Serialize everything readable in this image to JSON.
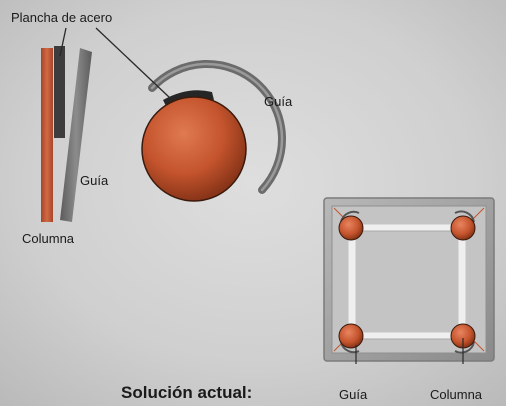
{
  "labels": {
    "steel_plate": "Plancha de acero",
    "guide_rail_side": "Guía",
    "guide_rail_top": "Guía",
    "column_side": "Columna",
    "guide_bottom": "Guía",
    "column_bottom": "Columna",
    "caption": "Solución actual:"
  },
  "colors": {
    "background": "#c9c9c9",
    "column": "#c95c36",
    "rail": "#6e6e6e",
    "plate": "#3a3a3a",
    "frame": "#9a9a9a",
    "bar": "#e6e6e6"
  }
}
